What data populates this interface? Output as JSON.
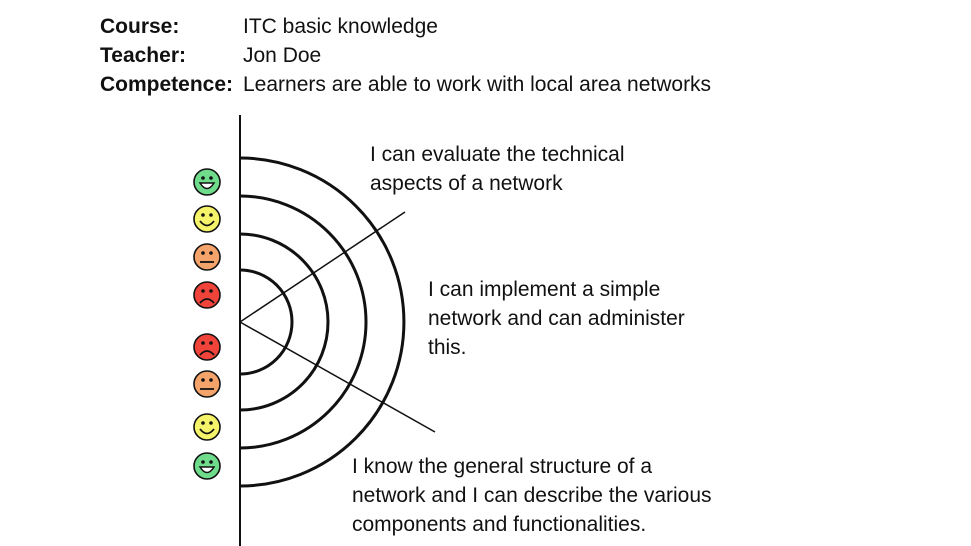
{
  "header": {
    "course_label": "Course:",
    "course_value": "ITC basic knowledge",
    "teacher_label": "Teacher:",
    "teacher_value": "Jon Doe",
    "competence_label": "Competence:",
    "competence_value": "Learners are able to work with local area networks"
  },
  "levels": [
    "I can evaluate the technical\naspects of a network",
    "I can implement a simple\nnetwork and can administer\nthis.",
    "I know the general structure of a\nnetwork and I can describe the various\ncomponents and functionalities."
  ],
  "smileys": [
    {
      "mood": "very-happy",
      "color": "#6fdc8c"
    },
    {
      "mood": "happy",
      "color": "#f4f36a"
    },
    {
      "mood": "neutral",
      "color": "#f4a36a"
    },
    {
      "mood": "sad",
      "color": "#f0433a"
    },
    {
      "mood": "sad",
      "color": "#f0433a"
    },
    {
      "mood": "neutral",
      "color": "#f4a36a"
    },
    {
      "mood": "happy",
      "color": "#f4f36a"
    },
    {
      "mood": "very-happy",
      "color": "#6fdc8c"
    }
  ]
}
